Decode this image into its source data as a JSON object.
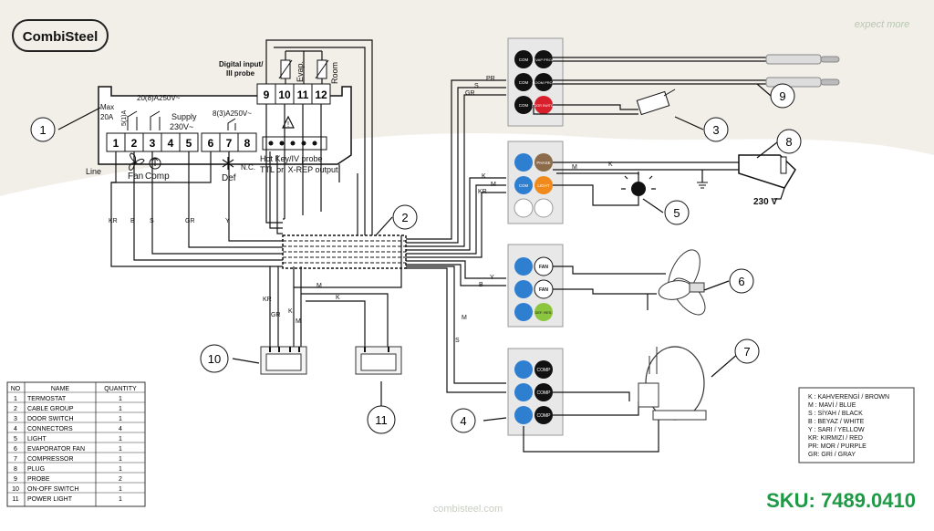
{
  "brand": {
    "logo": "CombiSteel",
    "tagline": "expect more",
    "website": "combisteel.com",
    "sku": "SKU: 7489.0410"
  },
  "thermostat": {
    "max": "Max",
    "max_current": "20A",
    "relay1": "20(8)A250V~",
    "supply": "Supply",
    "supply_v": "230V~",
    "relay2": "8(3)A250V~",
    "relay3": "5(1)A",
    "warning": "!",
    "digital_input": "Digital input/",
    "probe3": "III probe",
    "evap": "Evap.",
    "room": "Room",
    "hotkey": "Hot Key/IV probe",
    "ttl": "TTL or. X-REP output",
    "nc": "N.C.",
    "line": "Line",
    "fan": "Fan",
    "comp": "Comp",
    "def": "Def",
    "terminals_bottom": [
      "1",
      "2",
      "3",
      "4",
      "5",
      "6",
      "7",
      "8"
    ],
    "terminals_top": [
      "9",
      "10",
      "11",
      "12"
    ]
  },
  "wires": {
    "kr": "KR",
    "b": "B",
    "s": "S",
    "gr": "GR",
    "y": "Y",
    "m": "M",
    "k": "K",
    "pr": "PR"
  },
  "connectors": {
    "c1": [
      "COM",
      "EVAP PROB",
      "COM",
      "ROOM PROB",
      "COM",
      "DOOR SWITCH"
    ],
    "c2": [
      "PHASE",
      "COM",
      "LIGHT"
    ],
    "c3": [
      "FAN",
      "FAN",
      "DEF. RES."
    ],
    "c4": [
      "COMP",
      "COMP",
      "COMP"
    ]
  },
  "plug_voltage": "230 V",
  "callouts": [
    "1",
    "2",
    "3",
    "4",
    "5",
    "6",
    "7",
    "8",
    "9",
    "10",
    "11"
  ],
  "legend": [
    "K  : KAHVERENGİ / BROWN",
    "M : MAVİ / BLUE",
    "S  : SİYAH / BLACK",
    "B  : BEYAZ / WHITE",
    "Y  : SARI / YELLOW",
    "KR: KIRMIZI / RED",
    "PR: MOR / PURPLE",
    "GR: GRİ / GRAY"
  ],
  "parts_table": {
    "headers": [
      "NO",
      "NAME",
      "QUANTITY"
    ],
    "rows": [
      [
        "1",
        "TERMOSTAT",
        "1"
      ],
      [
        "2",
        "CABLE GROUP",
        "1"
      ],
      [
        "3",
        "DOOR SWITCH",
        "1"
      ],
      [
        "4",
        "CONNECTORS",
        "4"
      ],
      [
        "5",
        "LIGHT",
        "1"
      ],
      [
        "6",
        "EVAPORATOR FAN",
        "1"
      ],
      [
        "7",
        "COMPRESSOR",
        "1"
      ],
      [
        "8",
        "PLUG",
        "1"
      ],
      [
        "9",
        "PROBE",
        "2"
      ],
      [
        "10",
        "ON-OFF SWITCH",
        "1"
      ],
      [
        "11",
        "POWER LIGHT",
        "1"
      ]
    ]
  },
  "colors": {
    "brand_green": "#1e9a46",
    "wire": "#1a1a1a",
    "blue_pin": "#2f7fd1",
    "red_pin": "#d8202d",
    "orange_pin": "#f08a1c",
    "green_pin": "#8cc63f",
    "brown_pin": "#8b6b4a"
  }
}
